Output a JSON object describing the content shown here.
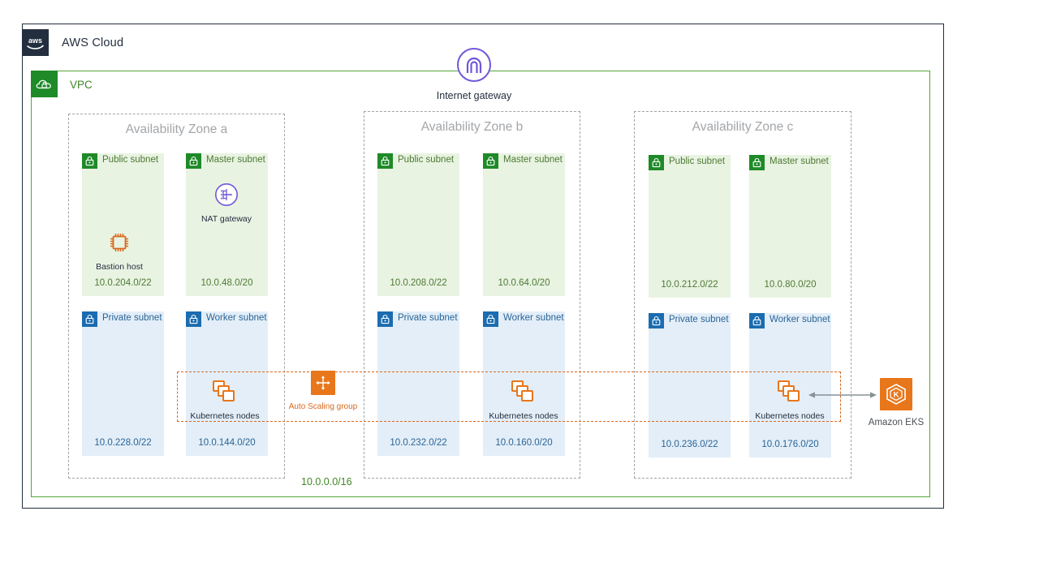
{
  "diagram": {
    "cloud": {
      "label": "AWS Cloud",
      "icon": "aws-logo-icon",
      "border_color": "#232f3e"
    },
    "vpc": {
      "label": "VPC",
      "icon": "vpc-icon",
      "cidr": "10.0.0.0/16",
      "color": "#3f8624"
    },
    "internet_gateway": {
      "label": "Internet gateway",
      "icon": "internet-gateway-icon",
      "color": "#7157d9"
    },
    "availability_zones": [
      {
        "title": "Availability Zone a"
      },
      {
        "title": "Availability Zone b"
      },
      {
        "title": "Availability Zone c"
      }
    ],
    "subnets": {
      "a_public": {
        "name": "Public subnet",
        "cidr": "10.0.204.0/22",
        "type": "public",
        "icon": "lock-icon"
      },
      "a_master": {
        "name": "Master subnet",
        "cidr": "10.0.48.0/20",
        "type": "public",
        "icon": "lock-icon"
      },
      "a_private": {
        "name": "Private subnet",
        "cidr": "10.0.228.0/22",
        "type": "private",
        "icon": "lock-icon"
      },
      "a_worker": {
        "name": "Worker subnet",
        "cidr": "10.0.144.0/20",
        "type": "private",
        "icon": "lock-icon"
      },
      "b_public": {
        "name": "Public subnet",
        "cidr": "10.0.208.0/22",
        "type": "public",
        "icon": "lock-icon"
      },
      "b_master": {
        "name": "Master subnet",
        "cidr": "10.0.64.0/20",
        "type": "public",
        "icon": "lock-icon"
      },
      "b_private": {
        "name": "Private subnet",
        "cidr": "10.0.232.0/22",
        "type": "private",
        "icon": "lock-icon"
      },
      "b_worker": {
        "name": "Worker subnet",
        "cidr": "10.0.160.0/20",
        "type": "private",
        "icon": "lock-icon"
      },
      "c_public": {
        "name": "Public subnet",
        "cidr": "10.0.212.0/22",
        "type": "public",
        "icon": "lock-icon"
      },
      "c_master": {
        "name": "Master subnet",
        "cidr": "10.0.80.0/20",
        "type": "public",
        "icon": "lock-icon"
      },
      "c_private": {
        "name": "Private subnet",
        "cidr": "10.0.236.0/22",
        "type": "private",
        "icon": "lock-icon"
      },
      "c_worker": {
        "name": "Worker subnet",
        "cidr": "10.0.176.0/20",
        "type": "private",
        "icon": "lock-icon"
      }
    },
    "resources": {
      "nat_gateway": {
        "label": "NAT gateway",
        "icon": "nat-gateway-icon",
        "color": "#7157d9"
      },
      "bastion_host": {
        "label": "Bastion host",
        "icon": "bastion-host-icon",
        "color": "#d9691d"
      },
      "asg": {
        "label": "Auto Scaling group",
        "icon": "auto-scaling-group-icon",
        "color": "#e8761b"
      },
      "k8s_nodes_a": {
        "label": "Kubernetes nodes",
        "icon": "kubernetes-nodes-icon",
        "color": "#e8761b"
      },
      "k8s_nodes_b": {
        "label": "Kubernetes nodes",
        "icon": "kubernetes-nodes-icon",
        "color": "#e8761b"
      },
      "k8s_nodes_c": {
        "label": "Kubernetes nodes",
        "icon": "kubernetes-nodes-icon",
        "color": "#e8761b"
      },
      "eks": {
        "label": "Amazon EKS",
        "icon": "amazon-eks-icon",
        "color": "#e8761b"
      }
    },
    "colors": {
      "aws_navy": "#232f3e",
      "vpc_green": "#57a639",
      "subnet_green_fill": "#e9f3e2",
      "subnet_blue_fill": "#e3eef8",
      "public_badge": "#1f8a28",
      "private_badge": "#1b6cb0",
      "orange": "#d9691d",
      "purple": "#7157d9",
      "az_dash": "#a0a4a8"
    }
  }
}
